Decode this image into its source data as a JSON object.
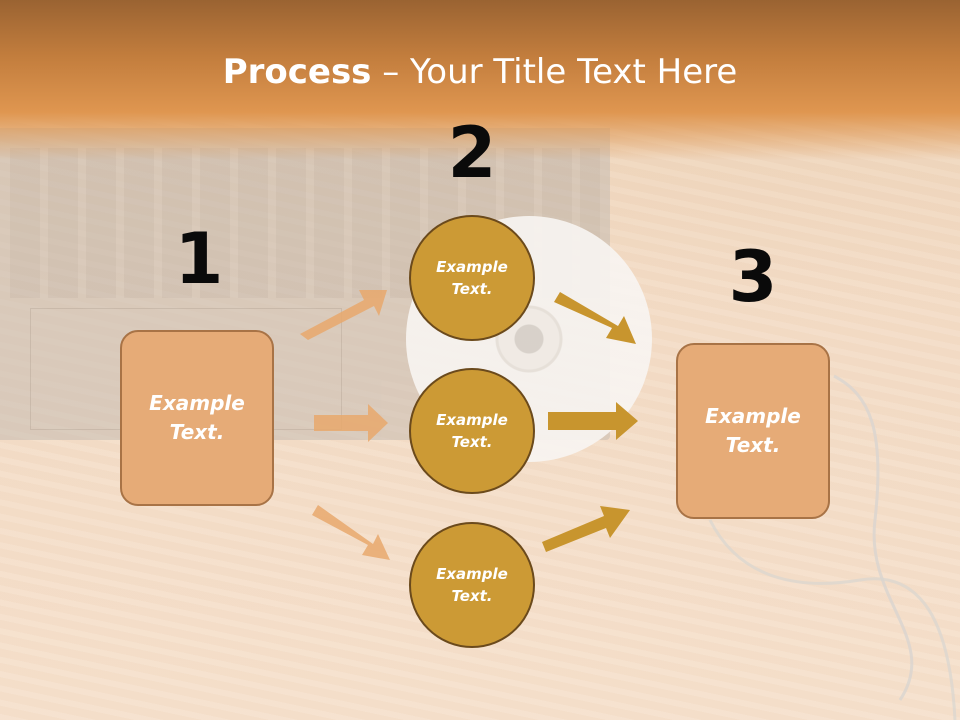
{
  "title": {
    "bold": "Process",
    "rest": " – Your Title Text Here"
  },
  "steps": {
    "one": "1",
    "two": "2",
    "three": "3"
  },
  "left_box": {
    "line1": "Example",
    "line2": "Text."
  },
  "right_box": {
    "line1": "Example",
    "line2": "Text."
  },
  "circles": [
    {
      "line1": "Example",
      "line2": "Text."
    },
    {
      "line1": "Example",
      "line2": "Text."
    },
    {
      "line1": "Example",
      "line2": "Text."
    }
  ],
  "colors": {
    "box_fill": "#e6ab77",
    "circle_fill": "#cc9a35",
    "arrow_light": "#e8a86c",
    "arrow_dark": "#c8952e"
  }
}
